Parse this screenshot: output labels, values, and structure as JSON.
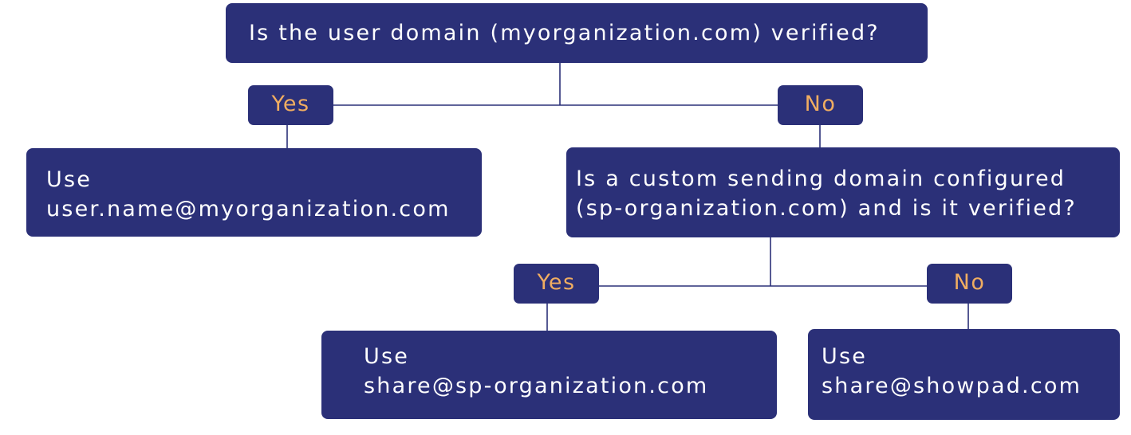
{
  "colors": {
    "node_fill": "#2b3078",
    "node_text": "#ffffff",
    "branch_label_text": "#f0ad61",
    "connector": "#2b3078"
  },
  "nodes": {
    "q1": {
      "lines": [
        "Is the user domain (myorganization.com) verified?"
      ]
    },
    "yes1": {
      "text": "Yes"
    },
    "no1": {
      "text": "No"
    },
    "result1": {
      "lines": [
        "Use",
        "user.name@myorganization.com"
      ]
    },
    "q2": {
      "lines": [
        "Is a custom sending domain configured",
        "(sp-organization.com) and is it verified?"
      ]
    },
    "yes2": {
      "text": "Yes"
    },
    "no2": {
      "text": "No"
    },
    "result2": {
      "lines": [
        "Use",
        "share@sp-organization.com"
      ]
    },
    "result3": {
      "lines": [
        "Use",
        "share@showpad.com"
      ]
    }
  }
}
